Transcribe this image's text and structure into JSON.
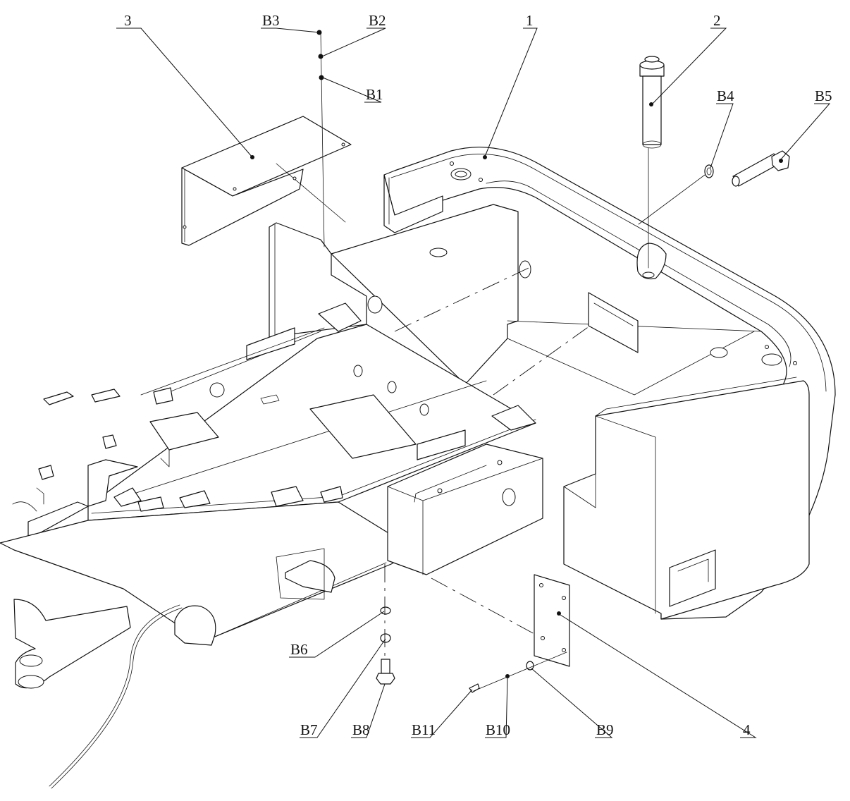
{
  "callouts": {
    "c1": "1",
    "c2": "2",
    "c3": "3",
    "c4": "4",
    "b1": "B1",
    "b2": "B2",
    "b3": "B3",
    "b4": "B4",
    "b5": "B5",
    "b6": "B6",
    "b7": "B7",
    "b8": "B8",
    "b9": "B9",
    "b10": "B10",
    "b11": "B11"
  }
}
